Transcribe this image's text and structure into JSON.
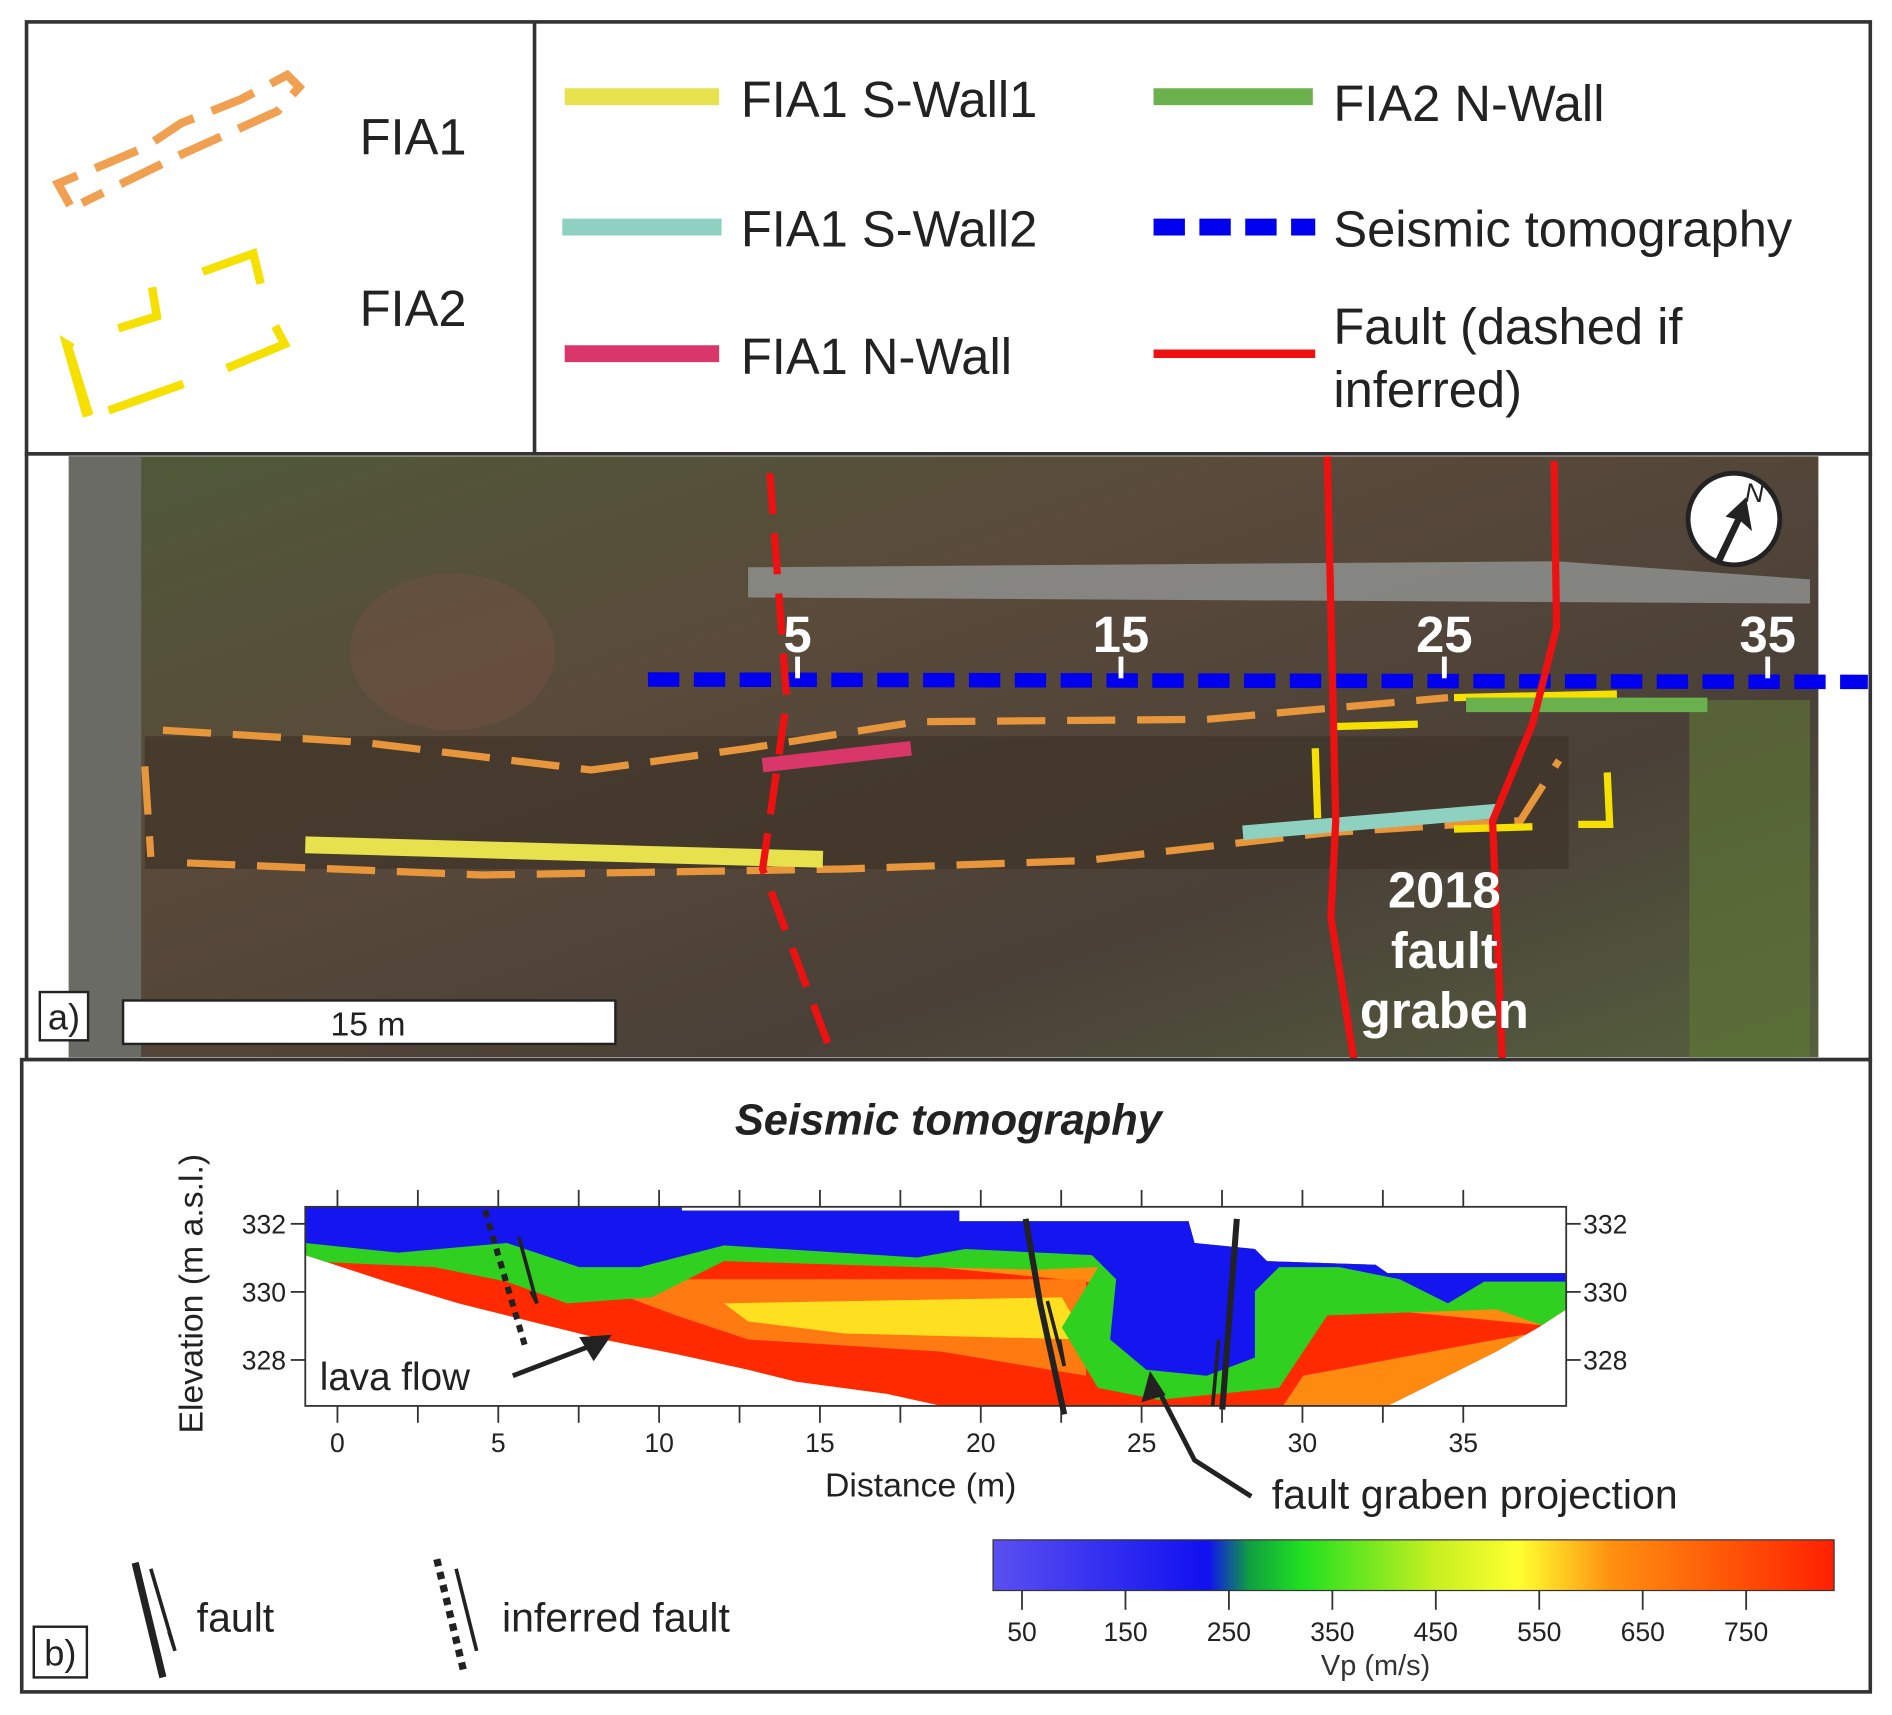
{
  "legend": {
    "fia1": "FIA1",
    "fia2": "FIA2",
    "s_wall1": "FIA1 S-Wall1",
    "s_wall2": "FIA1 S-Wall2",
    "n_wall1": "FIA1 N-Wall",
    "n_wall2": "FIA2 N-Wall",
    "seismic": "Seismic tomography",
    "fault_line1": "Fault  (dashed if",
    "fault_line2": "inferred)",
    "colors": {
      "fia1": "#f0a050",
      "fia2": "#f5e000",
      "s_wall1": "#e6e14d",
      "s_wall2": "#8ed1c0",
      "n_wall1": "#d9376a",
      "n_wall2": "#6ab04c",
      "seismic": "#0000ee",
      "fault": "#ee1111"
    }
  },
  "photo": {
    "panel_label": "a)",
    "scale_bar": "15 m",
    "distance_marks": [
      "5",
      "15",
      "25",
      "35"
    ],
    "graben_label": [
      "2018",
      "fault",
      "graben"
    ],
    "north": "N"
  },
  "panel_b": {
    "panel_label": "b)",
    "fault_legend": "fault",
    "inferred_fault_legend": "inferred fault"
  },
  "chart_data": {
    "type": "heatmap",
    "title": "Seismic tomography",
    "xlabel": "Distance (m)",
    "ylabel": "Elevation (m a.s.l.)",
    "xlim": [
      -1,
      38.2
    ],
    "ylim": [
      326.65,
      332.5
    ],
    "xticks": [
      0,
      5,
      10,
      15,
      20,
      25,
      30,
      35
    ],
    "yticks": [
      332,
      330,
      328
    ],
    "annotations": [
      "lava flow",
      "fault graben projection"
    ],
    "colorbar": {
      "label": "Vp (m/s)",
      "range": [
        22,
        835
      ],
      "ticks": [
        50,
        150,
        250,
        350,
        450,
        550,
        650,
        750
      ],
      "stops": [
        {
          "v": 22,
          "color": "#5a50f0"
        },
        {
          "v": 230,
          "color": "#1010f0"
        },
        {
          "v": 270,
          "color": "#10a040"
        },
        {
          "v": 320,
          "color": "#20e020"
        },
        {
          "v": 450,
          "color": "#c8f020"
        },
        {
          "v": 530,
          "color": "#ffff30"
        },
        {
          "v": 620,
          "color": "#ff9010"
        },
        {
          "v": 835,
          "color": "#ff2000"
        }
      ]
    }
  }
}
